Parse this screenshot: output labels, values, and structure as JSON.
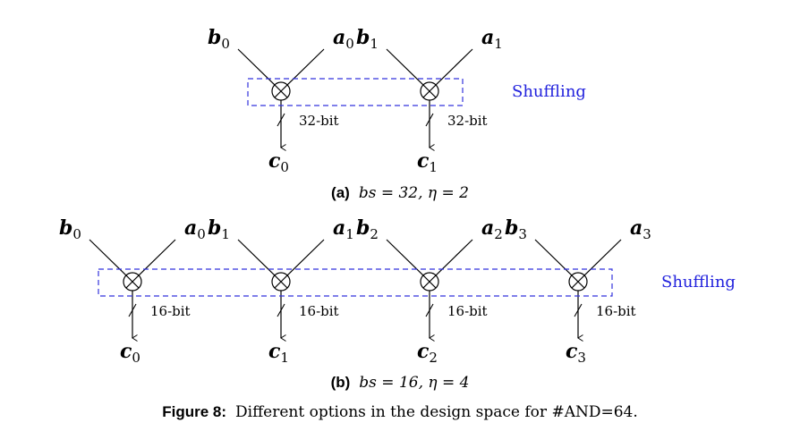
{
  "subfigure_a": {
    "gates": [
      {
        "left_base": "b",
        "left_sub": "0",
        "right_base": "a",
        "right_sub": "0",
        "out_base": "c",
        "out_sub": "0",
        "bit_label": "32-bit"
      },
      {
        "left_base": "b",
        "left_sub": "1",
        "right_base": "a",
        "right_sub": "1",
        "out_base": "c",
        "out_sub": "1",
        "bit_label": "32-bit"
      }
    ],
    "shuffle_label": "Shuffling",
    "caption_tag": "(a)",
    "caption_eq": "bs = 32, η = 2"
  },
  "subfigure_b": {
    "gates": [
      {
        "left_base": "b",
        "left_sub": "0",
        "right_base": "a",
        "right_sub": "0",
        "out_base": "c",
        "out_sub": "0",
        "bit_label": "16-bit"
      },
      {
        "left_base": "b",
        "left_sub": "1",
        "right_base": "a",
        "right_sub": "1",
        "out_base": "c",
        "out_sub": "1",
        "bit_label": "16-bit"
      },
      {
        "left_base": "b",
        "left_sub": "2",
        "right_base": "a",
        "right_sub": "2",
        "out_base": "c",
        "out_sub": "2",
        "bit_label": "16-bit"
      },
      {
        "left_base": "b",
        "left_sub": "3",
        "right_base": "a",
        "right_sub": "3",
        "out_base": "c",
        "out_sub": "3",
        "bit_label": "16-bit"
      }
    ],
    "shuffle_label": "Shuffling",
    "caption_tag": "(b)",
    "caption_eq": "bs = 16, η = 4"
  },
  "figure_caption": {
    "tag": "Figure 8:",
    "text": "Different options in the design space for #AND=64."
  },
  "colors": {
    "line": "#000000",
    "shuffle_box": "#3333dd",
    "shuffle_text": "#2222dd"
  }
}
